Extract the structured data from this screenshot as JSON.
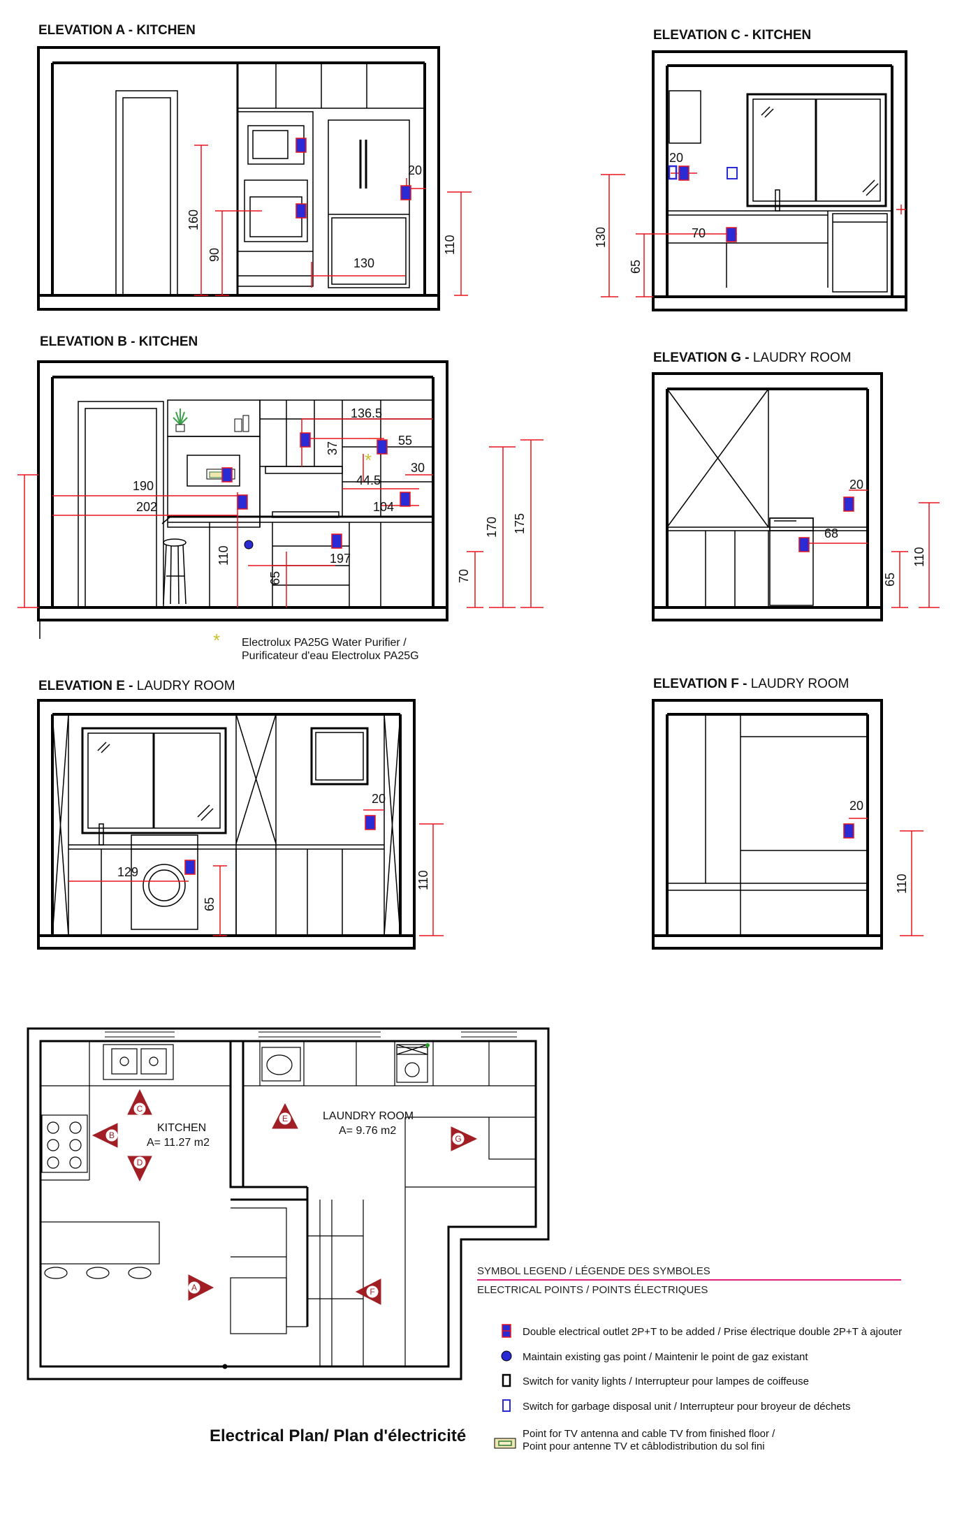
{
  "elevations": {
    "a": {
      "title_bold": "ELEVATION A - KITCHEN",
      "title_rest": "",
      "dims": [
        "160",
        "90",
        "20",
        "130",
        "110"
      ]
    },
    "c": {
      "title_bold": "ELEVATION C - KITCHEN",
      "title_rest": "",
      "dims": [
        "20",
        "130",
        "65",
        "70"
      ]
    },
    "b": {
      "title_bold": "ELEVATION B - KITCHEN",
      "title_rest": "",
      "dims": [
        "136.5",
        "55",
        "37",
        "30",
        "44.5",
        "190",
        "202",
        "104",
        "110",
        "197",
        "65",
        "70",
        "170",
        "175"
      ]
    },
    "g": {
      "title_bold": "ELEVATION G - ",
      "title_rest": "LAUDRY ROOM",
      "dims": [
        "20",
        "68",
        "65",
        "110"
      ]
    },
    "e": {
      "title_bold": "ELEVATION E - ",
      "title_rest": "LAUDRY ROOM",
      "dims": [
        "20",
        "129",
        "65",
        "110"
      ]
    },
    "f": {
      "title_bold": "ELEVATION F - ",
      "title_rest": "LAUDRY ROOM",
      "dims": [
        "20",
        "110"
      ]
    }
  },
  "note": {
    "line1": "Electrolux PA25G Water Purifier /",
    "line2": "Purificateur d'eau Electrolux PA25G"
  },
  "plan": {
    "kitchen_name": "KITCHEN",
    "kitchen_area": "A= 11.27 m2",
    "laundry_name": "LAUNDRY ROOM",
    "laundry_area": "A= 9.76 m2",
    "markers": [
      "C",
      "B",
      "D",
      "A",
      "E",
      "G",
      "F"
    ],
    "caption": "Electrical Plan/ Plan d'électricité"
  },
  "legend": {
    "heading1": "SYMBOL LEGEND / LÉGENDE DES SYMBOLES",
    "heading2": "ELECTRICAL POINTS / POINTS ÉLECTRIQUES",
    "items": [
      {
        "icon": "double-outlet-icon",
        "text": "Double electrical outlet 2P+T to be added / Prise électrique double 2P+T à ajouter"
      },
      {
        "icon": "gas-point-icon",
        "text": "Maintain existing gas point / Maintenir le point de gaz existant"
      },
      {
        "icon": "vanity-switch-icon",
        "text": "Switch for vanity lights / Interrupteur pour lampes de coiffeuse"
      },
      {
        "icon": "disposal-switch-icon",
        "text": "Switch for garbage disposal unit / Interrupteur pour broyeur de déchets"
      },
      {
        "icon": "tv-antenna-point-icon",
        "text": "Point for TV antenna and cable TV from finished floor /",
        "text2": "Point pour antenne TV et câblodistribution du sol fini"
      }
    ]
  },
  "colors": {
    "dimension": "#e8141c",
    "outlet_fill": "#2b2bd6",
    "marker": "#a11f24",
    "legend_rule": "#e0207a",
    "purifier_star": "#c8c030"
  }
}
